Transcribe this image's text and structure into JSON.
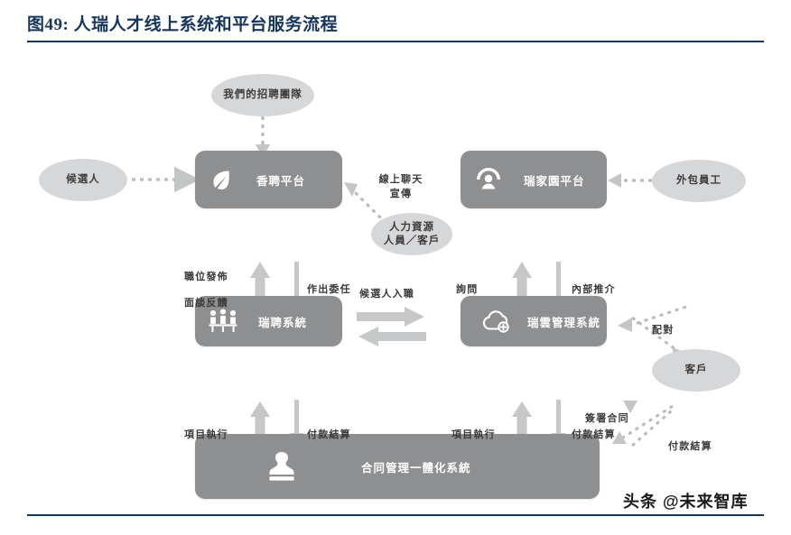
{
  "header": {
    "figure_label": "图49:",
    "title": "人瑞人才线上系统和平台服务流程",
    "full_title": "图49:  人瑞人才线上系统和平台服务流程",
    "rule_color": "#17365d"
  },
  "colors": {
    "box_fill": "#8d8f91",
    "ellipse_fill": "#d6d7d9",
    "arrow_fill": "#c8c9cb",
    "text_dark": "#3a3a3a",
    "box_text": "#ffffff",
    "title_blue": "#17365d",
    "page_bg": "#ffffff"
  },
  "nodes": [
    {
      "id": "xiangpin",
      "label": "香聘平台",
      "icon": "leaf-icon"
    },
    {
      "id": "ruijiayuan",
      "label": "瑞家園平台",
      "icon": "avatar-circle-icon"
    },
    {
      "id": "ruipin",
      "label": "瑞聘系統",
      "icon": "people-meeting-icon"
    },
    {
      "id": "ruiyun",
      "label": "瑞雲管理系統",
      "icon": "cloud-plus-icon"
    },
    {
      "id": "hetong",
      "label": "合同管理一體化系統",
      "icon": "stamp-icon"
    }
  ],
  "actors": [
    {
      "id": "candidate",
      "label": "候選人"
    },
    {
      "id": "team",
      "label": "我們的招聘團隊"
    },
    {
      "id": "hr",
      "label": "人力資源\n人員／客戶",
      "line1": "人力資源",
      "line2": "人員／客戶"
    },
    {
      "id": "outsourced",
      "label": "外包員工"
    },
    {
      "id": "client",
      "label": "客戶"
    }
  ],
  "edge_labels": [
    {
      "id": "online-chat-promo",
      "line1": "線上聊天",
      "line2": "宣傳"
    },
    {
      "id": "job-post",
      "text": "職位發佈"
    },
    {
      "id": "interview-feedback",
      "text": "面談反饋"
    },
    {
      "id": "make-appointment",
      "text": "作出委任"
    },
    {
      "id": "inquiry",
      "text": "詢問"
    },
    {
      "id": "internal-referral",
      "text": "內部推介"
    },
    {
      "id": "candidate-onboard",
      "text": "候選人入職"
    },
    {
      "id": "project-exec-left",
      "text": "項目執行"
    },
    {
      "id": "payment-settle-left",
      "text": "付款結算"
    },
    {
      "id": "project-exec-right",
      "text": "項目執行"
    },
    {
      "id": "payment-settle-right",
      "text": "付款結算"
    },
    {
      "id": "matching",
      "text": "配對"
    },
    {
      "id": "sign-contract",
      "text": "簽署合同"
    },
    {
      "id": "payment-settle-client",
      "text": "付款結算"
    }
  ],
  "watermark": {
    "text": "头条 @未来智库"
  }
}
